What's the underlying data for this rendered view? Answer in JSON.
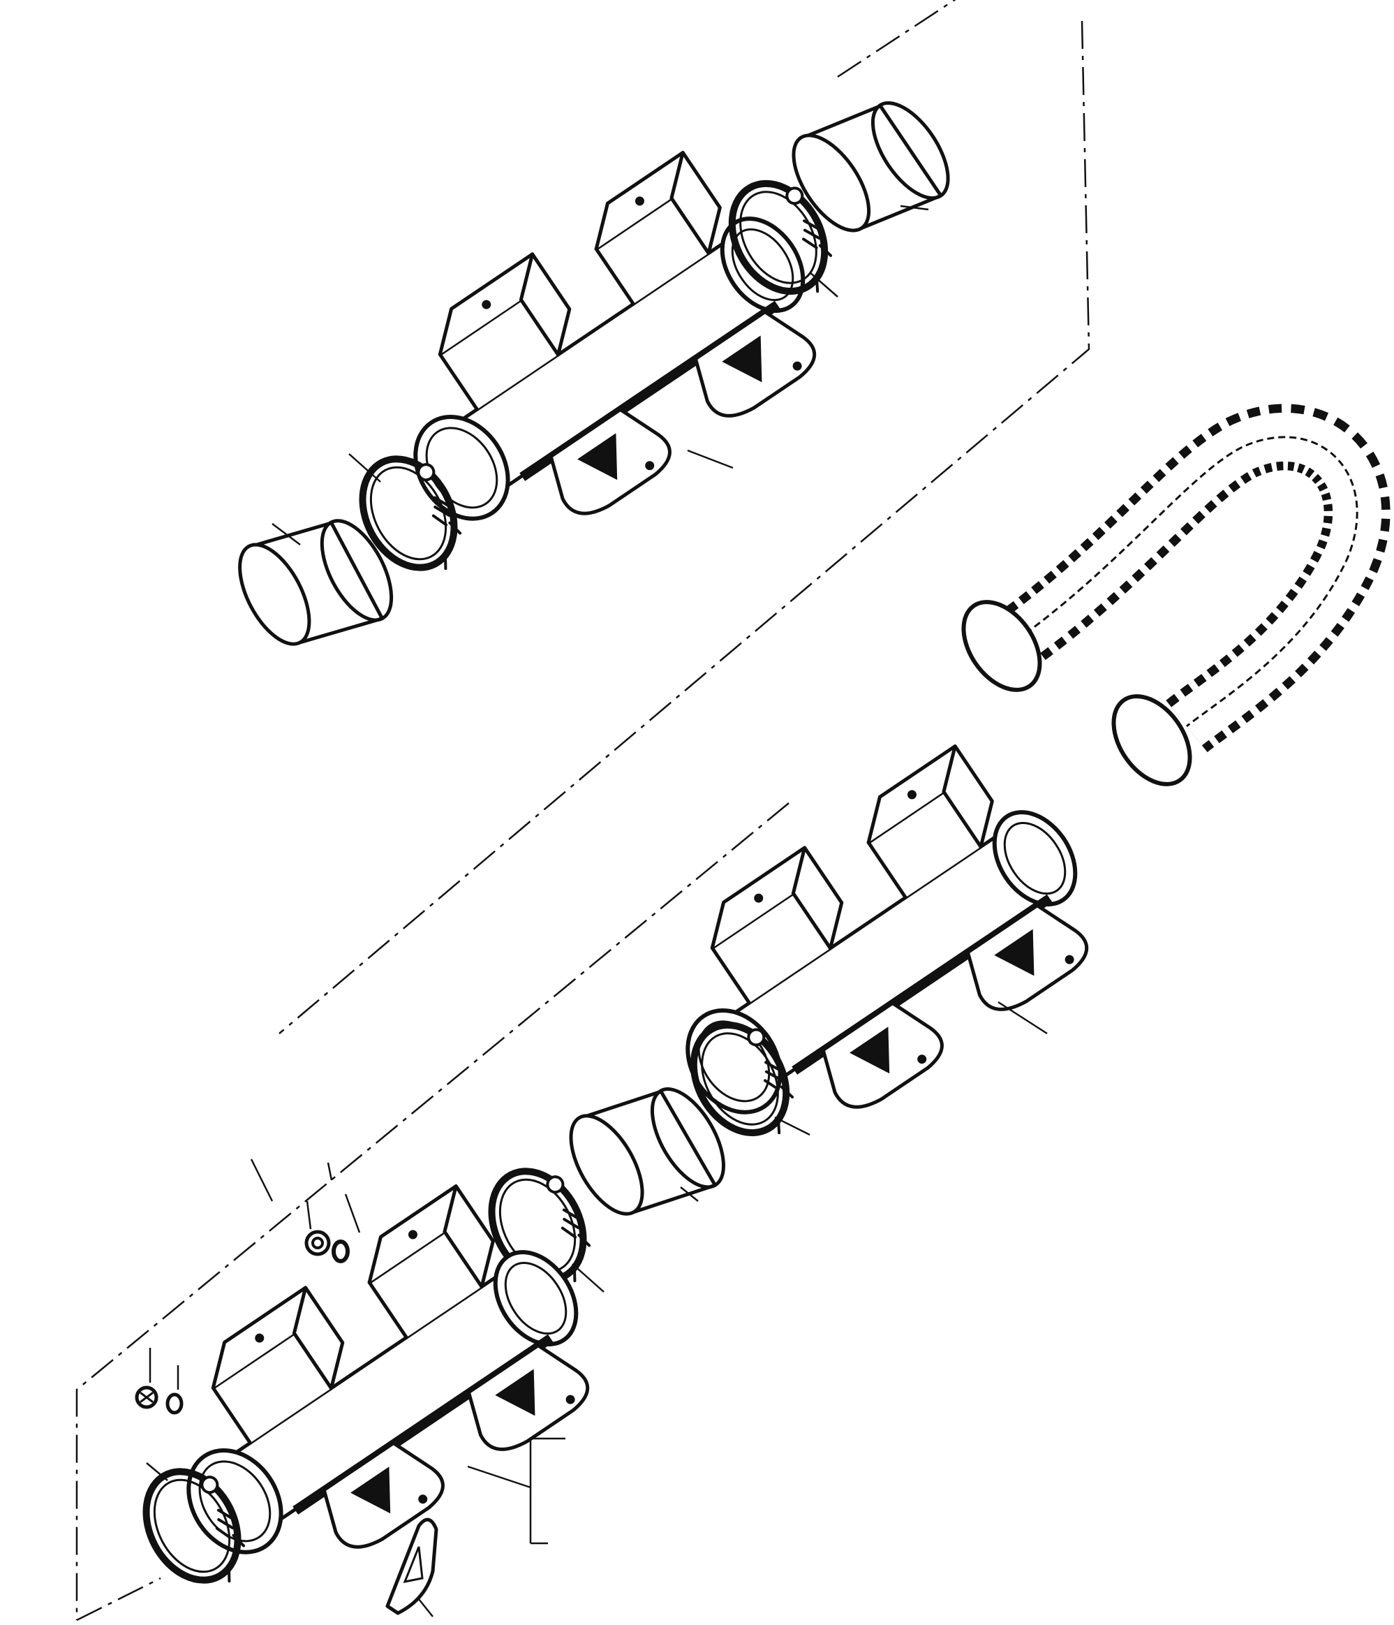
{
  "diagram": {
    "type": "exploded-parts-illustration",
    "parts": [
      {
        "id": "upper-manifold",
        "kind": "exhaust-manifold"
      },
      {
        "id": "lower-manifold",
        "kind": "exhaust-manifold"
      },
      {
        "id": "rear-manifold",
        "kind": "exhaust-manifold"
      },
      {
        "id": "crossover-hose",
        "kind": "u-bend-hose"
      },
      {
        "id": "hose-clamps",
        "kind": "worm-drive-clamp",
        "count": 5
      },
      {
        "id": "rubber-sleeves",
        "kind": "coupling-sleeve",
        "count": 3
      },
      {
        "id": "manifold-gasket",
        "kind": "gasket"
      },
      {
        "id": "plug-and-washer",
        "kind": "drain-plug",
        "count": 2
      }
    ],
    "colors": {
      "ink": "#111111",
      "paper": "#ffffff"
    }
  }
}
